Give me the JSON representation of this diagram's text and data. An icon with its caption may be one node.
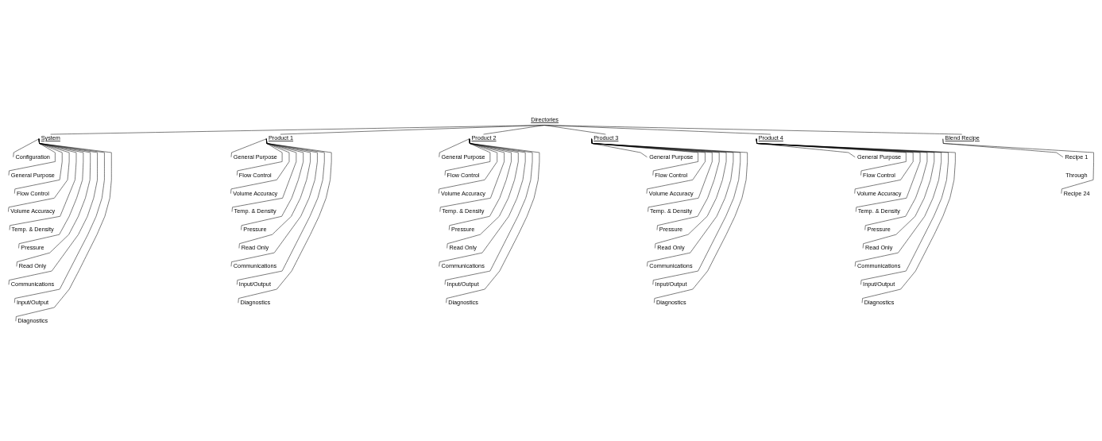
{
  "diagram": {
    "nodes": [
      {
        "text": [
          "Directories"
        ]
      },
      {
        "text": [
          "System"
        ]
      },
      {
        "text": [
          "Configuration"
        ]
      },
      {
        "text": [
          "General Purpose"
        ]
      },
      {
        "text": [
          "Flow Control"
        ]
      },
      {
        "text": [
          "Volume Accuracy"
        ]
      },
      {
        "text": [
          "Temp. & Density"
        ]
      },
      {
        "text": [
          "Pressure"
        ]
      },
      {
        "text": [
          "Read Only"
        ]
      },
      {
        "text": [
          "Communications"
        ]
      },
      {
        "text": [
          "Input/Output"
        ]
      },
      {
        "text": [
          "Diagnostics"
        ]
      },
      {
        "text": [
          "Product 1"
        ]
      },
      {
        "text": [
          "General Purpose"
        ]
      },
      {
        "text": [
          "Flow Control"
        ]
      },
      {
        "text": [
          "Volume Accuracy"
        ]
      },
      {
        "text": [
          "Temp. & Density"
        ]
      },
      {
        "text": [
          "Pressure"
        ]
      },
      {
        "text": [
          "Read Only"
        ]
      },
      {
        "text": [
          "Communications"
        ]
      },
      {
        "text": [
          "Input/Output"
        ]
      },
      {
        "text": [
          "Diagnostics"
        ]
      },
      {
        "text": [
          "Product 2"
        ]
      },
      {
        "text": [
          "General Purpose"
        ]
      },
      {
        "text": [
          "Flow Control"
        ]
      },
      {
        "text": [
          "Volume Accuracy"
        ]
      },
      {
        "text": [
          "Temp. & Density"
        ]
      },
      {
        "text": [
          "Pressure"
        ]
      },
      {
        "text": [
          "Read Only"
        ]
      },
      {
        "text": [
          "Communications"
        ]
      },
      {
        "text": [
          "Input/Output"
        ]
      },
      {
        "text": [
          "Diagnostics"
        ]
      },
      {
        "text": [
          "Product 3"
        ]
      },
      {
        "text": [
          "General Purpose"
        ]
      },
      {
        "text": [
          "Flow Control"
        ]
      },
      {
        "text": [
          "Volume Accuracy"
        ]
      },
      {
        "text": [
          "Temp. & Density"
        ]
      },
      {
        "text": [
          "Pressure"
        ]
      },
      {
        "text": [
          "Read Only"
        ]
      },
      {
        "text": [
          "Communications"
        ]
      },
      {
        "text": [
          "Input/Output"
        ]
      },
      {
        "text": [
          "Diagnostics"
        ]
      },
      {
        "text": [
          "Product 4"
        ]
      },
      {
        "text": [
          "General Purpose"
        ]
      },
      {
        "text": [
          "Flow Control"
        ]
      },
      {
        "text": [
          "Volume Accuracy"
        ]
      },
      {
        "text": [
          "Temp. & Density"
        ]
      },
      {
        "text": [
          "Pressure"
        ]
      },
      {
        "text": [
          "Read Only"
        ]
      },
      {
        "text": [
          "Communications"
        ]
      },
      {
        "text": [
          "Input/Output"
        ]
      },
      {
        "text": [
          "Diagnostics"
        ]
      },
      {
        "text": [
          "Blend Recipe"
        ]
      },
      {
        "text": [
          "Recipe 1"
        ]
      },
      {
        "text": [
          "Recipe 24"
        ]
      }
    ],
    "edges": [
      {
        "from": 0,
        "to": 1,
        "arrow": "none"
      },
      {
        "from": 0,
        "to": 12,
        "arrow": "none"
      },
      {
        "from": 0,
        "to": 22,
        "arrow": "none"
      },
      {
        "from": 0,
        "to": 32,
        "arrow": "none"
      },
      {
        "from": 0,
        "to": 42,
        "arrow": "none"
      },
      {
        "from": 0,
        "to": 52,
        "arrow": "none"
      },
      {
        "from": 1,
        "to": 2,
        "arrow": "none"
      },
      {
        "from": 1,
        "to": 3,
        "arrow": "none"
      },
      {
        "from": 1,
        "to": 4,
        "arrow": "none"
      },
      {
        "from": 1,
        "to": 5,
        "arrow": "none"
      },
      {
        "from": 1,
        "to": 6,
        "arrow": "none"
      },
      {
        "from": 1,
        "to": 7,
        "arrow": "none"
      },
      {
        "from": 1,
        "to": 8,
        "arrow": "none"
      },
      {
        "from": 1,
        "to": 9,
        "arrow": "none"
      },
      {
        "from": 1,
        "to": 10,
        "arrow": "none"
      },
      {
        "from": 1,
        "to": 11,
        "arrow": "none"
      },
      {
        "from": 12,
        "to": 13,
        "arrow": "none"
      },
      {
        "from": 12,
        "to": 14,
        "arrow": "none"
      },
      {
        "from": 12,
        "to": 15,
        "arrow": "none"
      },
      {
        "from": 12,
        "to": 16,
        "arrow": "none"
      },
      {
        "from": 12,
        "to": 17,
        "arrow": "none"
      },
      {
        "from": 12,
        "to": 18,
        "arrow": "none"
      },
      {
        "from": 12,
        "to": 19,
        "arrow": "none"
      },
      {
        "from": 12,
        "to": 20,
        "arrow": "none"
      },
      {
        "from": 12,
        "to": 21,
        "arrow": "none"
      },
      {
        "from": 22,
        "to": 23,
        "arrow": "none"
      },
      {
        "from": 22,
        "to": 24,
        "arrow": "none"
      },
      {
        "from": 22,
        "to": 25,
        "arrow": "none"
      },
      {
        "from": 22,
        "to": 26,
        "arrow": "none"
      },
      {
        "from": 22,
        "to": 27,
        "arrow": "none"
      },
      {
        "from": 22,
        "to": 28,
        "arrow": "none"
      },
      {
        "from": 22,
        "to": 29,
        "arrow": "none"
      },
      {
        "from": 22,
        "to": 30,
        "arrow": "none"
      },
      {
        "from": 22,
        "to": 31,
        "arrow": "none"
      },
      {
        "from": 32,
        "to": 33,
        "arrow": "none"
      },
      {
        "from": 32,
        "to": 34,
        "arrow": "none"
      },
      {
        "from": 32,
        "to": 35,
        "arrow": "none"
      },
      {
        "from": 32,
        "to": 36,
        "arrow": "none"
      },
      {
        "from": 32,
        "to": 37,
        "arrow": "none"
      },
      {
        "from": 32,
        "to": 38,
        "arrow": "none"
      },
      {
        "from": 32,
        "to": 39,
        "arrow": "none"
      },
      {
        "from": 32,
        "to": 40,
        "arrow": "none"
      },
      {
        "from": 32,
        "to": 41,
        "arrow": "none"
      },
      {
        "from": 42,
        "to": 43,
        "arrow": "none"
      },
      {
        "from": 42,
        "to": 44,
        "arrow": "none"
      },
      {
        "from": 42,
        "to": 45,
        "arrow": "none"
      },
      {
        "from": 42,
        "to": 46,
        "arrow": "none"
      },
      {
        "from": 42,
        "to": 47,
        "arrow": "none"
      },
      {
        "from": 42,
        "to": 48,
        "arrow": "none"
      },
      {
        "from": 42,
        "to": 49,
        "arrow": "none"
      },
      {
        "from": 42,
        "to": 50,
        "arrow": "none"
      },
      {
        "from": 42,
        "to": 51,
        "arrow": "none"
      },
      {
        "from": 52,
        "to": 53,
        "arrow": "none"
      },
      {
        "from": 52,
        "to": 54,
        "arrow": "none"
      }
    ],
    "labels": [
      "Through"
    ]
  }
}
